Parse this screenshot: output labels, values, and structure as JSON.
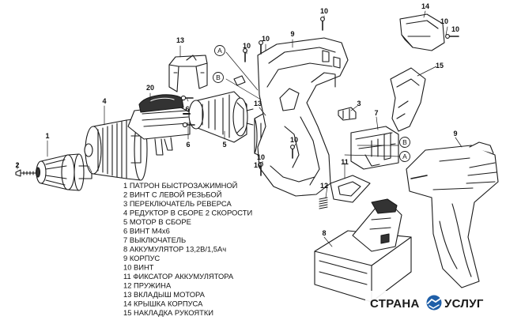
{
  "callouts": [
    "1",
    "2",
    "4",
    "20",
    "13",
    "6",
    "6",
    "5",
    "10",
    "10",
    "9",
    "10",
    "13",
    "10",
    "10",
    "10",
    "11",
    "12",
    "7",
    "3",
    "14",
    "10",
    "15",
    "9",
    "8",
    "10"
  ],
  "callout_letters": [
    "A",
    "B",
    "B",
    "A"
  ],
  "legend": [
    "1 ПАТРОН БЫСТРОЗАЖИМНОЙ",
    "2 ВИНТ С ЛЕВОЙ РЕЗЬБОЙ",
    "3 ПЕРЕКЛЮЧАТЕЛЬ РЕВЕРСА",
    "4 РЕДУКТОР В СБОРЕ 2 СКОРОСТИ",
    "5 МОТОР В СБОРЕ",
    "6 ВИНТ М4х6",
    "7 ВЫКЛЮЧАТЕЛЬ",
    "8 АККУМУЛЯТОР 13,2В/1,5Ач",
    "9 КОРПУС",
    "10 ВИНТ",
    "11 ФИКСАТОР АККУМУЛЯТОРА",
    "12 ПРУЖИНА",
    "13 ВКЛАДЫШ МОТОРА",
    "14 КРЫШКА КОРПУСА",
    "15 НАКЛАДКА РУКОЯТКИ"
  ],
  "watermark": {
    "left": "СТРАНА",
    "right": "УСЛУГ"
  },
  "colors": {
    "line": "#1a1a1a",
    "badge_bg": "#ffffff",
    "badge_text": "#1a1a1a",
    "logo": "#1f5fa8"
  }
}
